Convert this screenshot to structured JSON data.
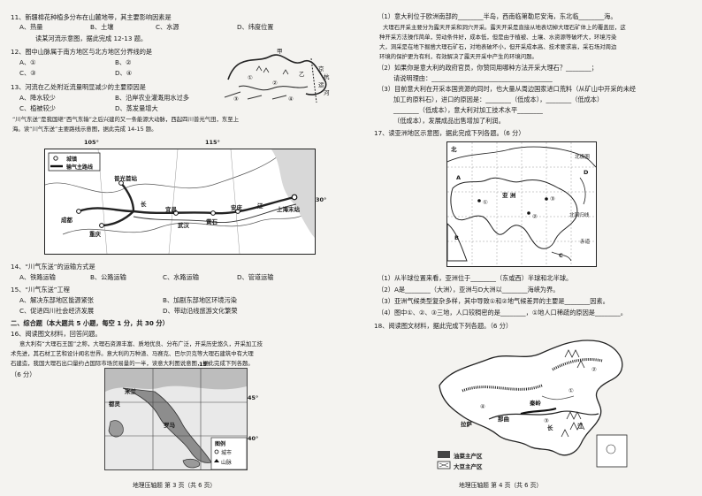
{
  "left": {
    "q11": {
      "stem": "11、新疆棉花种植多分布在山麓地带，其主要影响因素是",
      "a": "A、热量",
      "b": "B、土壤",
      "c": "C、水源",
      "d": "D、纬度位置"
    },
    "q12_13_intro": "读某河流示意图，据此完成 12-13 题。",
    "q12": {
      "stem": "12、图中山脉属于南方地区与北方地区分界线的是",
      "a": "A、①",
      "b": "B、②",
      "c": "C、③",
      "d": "D、④"
    },
    "q13": {
      "stem": "13、河流在乙处附近流量明显减少的主要原因是",
      "a": "A、降水较少",
      "b": "B、沿岸农业灌溉用水过多",
      "c": "C、植被较少",
      "d": "D、蒸发量增大"
    },
    "river_map": {
      "labels": [
        "甲",
        "乙",
        "①",
        "②",
        "③",
        "④",
        "京",
        "杭",
        "运",
        "河"
      ]
    },
    "passage_1": "“川气东送”是我国继“西气东输”之后兴建的又一条能源大动脉，西起四川普光气田，东至上",
    "passage_2": "海。读“川气东送”主要路线示意图，据此完成 14-15 题。",
    "gas_map": {
      "lon_left": "105°",
      "lon_right": "115°",
      "lat": "30°",
      "legend": [
        "城镇",
        "输气主路线"
      ],
      "places": [
        "普光首站",
        "成都",
        "重庆",
        "宜昌",
        "黄石",
        "安庆",
        "长",
        "江",
        "上海末站",
        "武汉"
      ]
    },
    "q14": {
      "stem": "14、“川气东送”的运输方式是",
      "a": "A、铁路运输",
      "b": "B、公路运输",
      "c": "C、水路运输",
      "d": "D、管道运输"
    },
    "q15": {
      "stem": "15、“川气东送”工程",
      "a": "A、解决东部地区能源紧张",
      "b": "B、加剧东部地区环境污染",
      "c": "C、促进四川社会经济发展",
      "d": "D、带动沿线旅游文化繁荣"
    },
    "section2": "二、综合题（本大题共 5 小题，每空 1 分，共 30 分）",
    "q16_1": "16、阅读图文材料，回答问题。",
    "q16_2": "意大利有“大理石王国”之称，大理石资源丰富、质地优良、分布广泛，开采历史悠久，开采加工技",
    "q16_3": "术先进，其石材工艺和设计闻名世界。意大利的万种渣、马赛克、巴尔贝克等大理石建筑中有大理",
    "q16_4": "石建造，我国大理石出口量约占国际市场贸易量的一半，读意大利图说意图，据此完成下列各题。",
    "q16_5": "（6 分）",
    "italy_map": {
      "lon": "15°",
      "lat1": "45°",
      "lat2": "40°",
      "labels": [
        "米兰",
        "都灵",
        "罗马"
      ],
      "legend_title": "图例",
      "legend": [
        "城市",
        "山脉"
      ]
    },
    "footer": "地理压轴题  第 3 页（共 6 页）"
  },
  "right": {
    "q16a": "（1）意大利位于欧洲南部的________半岛，西南临第勒尼安海，东北临________海。",
    "q16b_1": "大理石开采主要分为露天开采和洞穴开采。露天开采是直接从地表切掉大理石矿体上的覆盖层，这",
    "q16b_2": "种开采方法操作简单，劳动条件好，成本低，但是由于植被、土壤、水资源等破坏大，环境污染",
    "q16b_3": "大，洞采是在地下掘凿大理石矿石，对地表破坏小，但开采成本高、技术要求高，采石场对周边",
    "q16b_4": "环境的保护更为有利，有效解决了露天开采中产生的环境问题。",
    "q16c": "（2）如果你是意大利的政府官员，你赞同用哪种方法开采大理石？________；",
    "q16d": "请说明理由：______________________________________",
    "q16e_1": "（3）目前意大利在开采本国资源的同时，也大量从周边国家进口荒料（从矿山中开采的未经",
    "q16e_2": "加工的原料石），进口的原因是：________（低成本），________（低成本）",
    "q16e_3": "________（低成本），意大利对加工技术水平________",
    "q16f": "（低成本），发展成品出售增加了利润。",
    "q17_title": "17、读亚洲地区示意图，据此完成下列各题。（6 分）",
    "asia_map": {
      "labels": [
        "亚 洲",
        "A",
        "B",
        "C",
        "D",
        "①",
        "②",
        "③",
        "北极圈",
        "北回归线",
        "赤道",
        "北"
      ]
    },
    "q17a": "（1）从半球位置来看，亚洲位于________（东或西）半球和北半球。",
    "q17b": "（2）A是________（大洲），亚洲与D大洲以________海峡为界。",
    "q17c": "（3）亚洲气候类型复杂多样，其中导致①和②地气候差异的主要是________因素。",
    "q17d": "（4）图中①、②、③三地，人口较稠密的是________，①地人口稀疏的原因是________。",
    "q18_title": "18、阅读图文材料，据此完成下列各题。（6 分）",
    "china_map": {
      "labels": [
        "①",
        "②",
        "③",
        "④",
        "拉萨",
        "那曲",
        "长",
        "江",
        "秦岭"
      ],
      "legend": [
        "油菜主产区",
        "大豆主产区"
      ]
    },
    "footer": "地理压轴题  第 4 页（共 6 页）"
  }
}
